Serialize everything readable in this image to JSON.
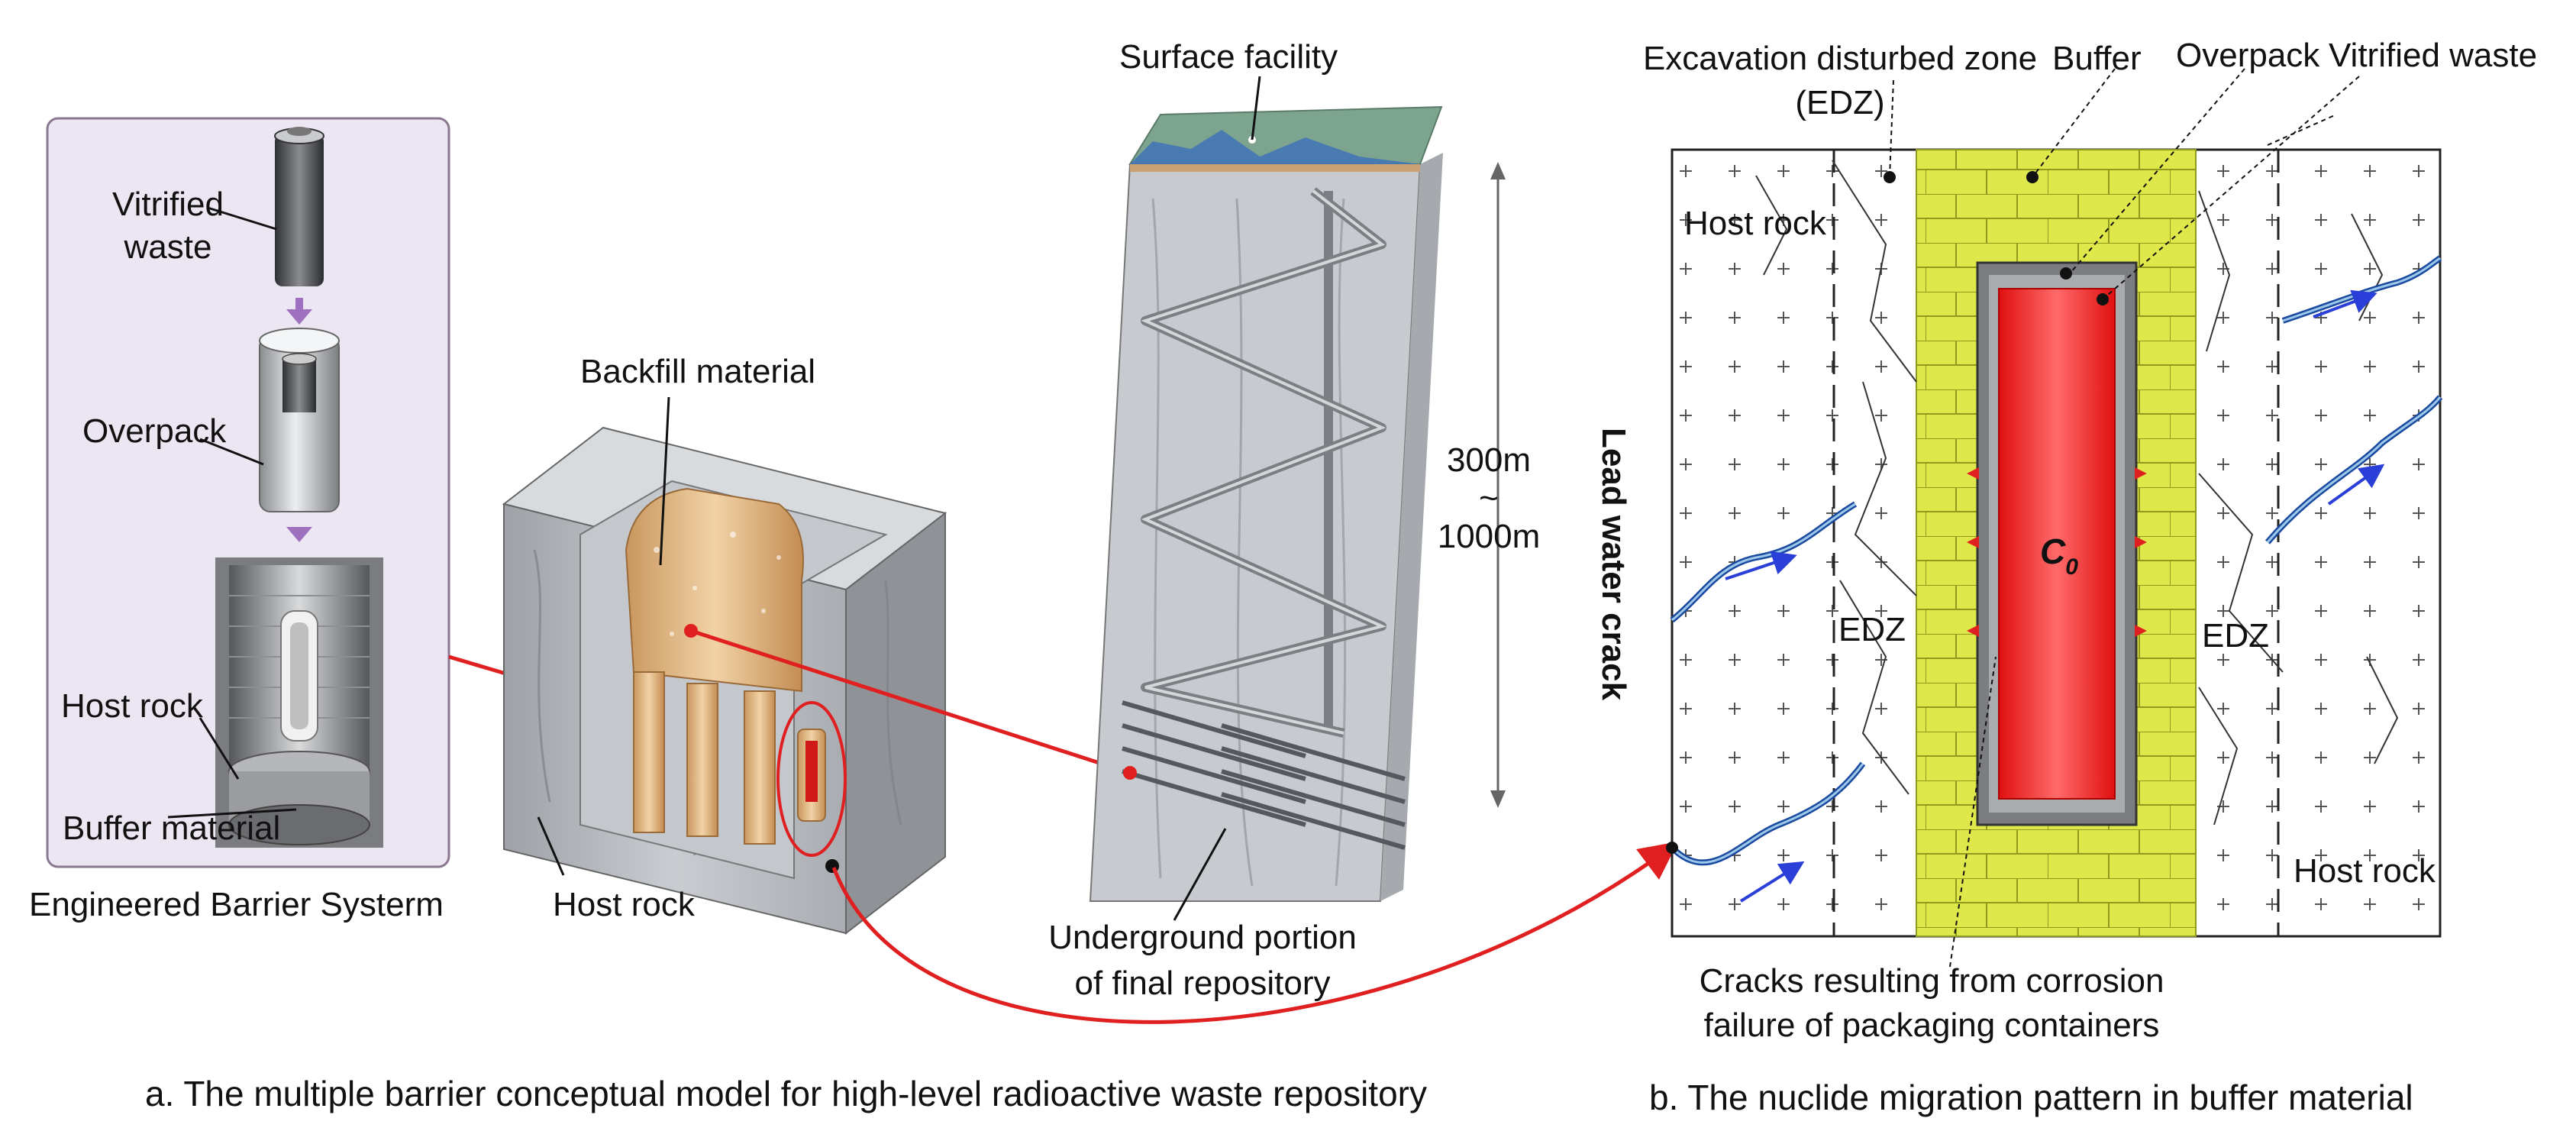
{
  "panel_a": {
    "ebs": {
      "vitrified_waste_line1": "Vitrified",
      "vitrified_waste_line2": "waste",
      "overpack": "Overpack",
      "host_rock": "Host rock",
      "buffer_material": "Buffer material",
      "title": "Engineered Barrier Systerm"
    },
    "tunnel": {
      "backfill_material": "Backfill material",
      "host_rock": "Host rock"
    },
    "repository": {
      "surface_facility": "Surface facility",
      "depth_top": "300m",
      "depth_tilde": "~",
      "depth_bottom": "1000m",
      "underground_line1": "Underground portion",
      "underground_line2": "of  final repository"
    },
    "caption": "a. The multiple barrier conceptual model for high-level radioactive waste repository"
  },
  "panel_b": {
    "edz_title_line1": "Excavation disturbed zone",
    "edz_title_line2": "(EDZ)",
    "buffer": "Buffer",
    "overpack": "Overpack",
    "vitrified_waste": "Vitrified waste",
    "host_rock_left": "Host rock",
    "host_rock_right": "Host rock",
    "lead_water_crack": "Lead water crack",
    "edz_left": "EDZ",
    "edz_right": "EDZ",
    "concentration_symbol": "C",
    "concentration_subscript": "0",
    "cracks_line1": "Cracks resulting from corrosion",
    "cracks_line2": "failure of packaging containers",
    "caption": "b. The nuclide migration pattern in buffer material"
  },
  "colors": {
    "link_red": "#e02020",
    "buffer_yellow": "#dfe84a",
    "canister_red": "#ff2020",
    "rock_gray": "#b8bcc0",
    "ebs_panel_bg": "#ece6f2",
    "ebs_panel_border": "#8a7790",
    "backfill_tan": "#e9c08c",
    "flow_arrow_blue": "#2a3fd8"
  }
}
